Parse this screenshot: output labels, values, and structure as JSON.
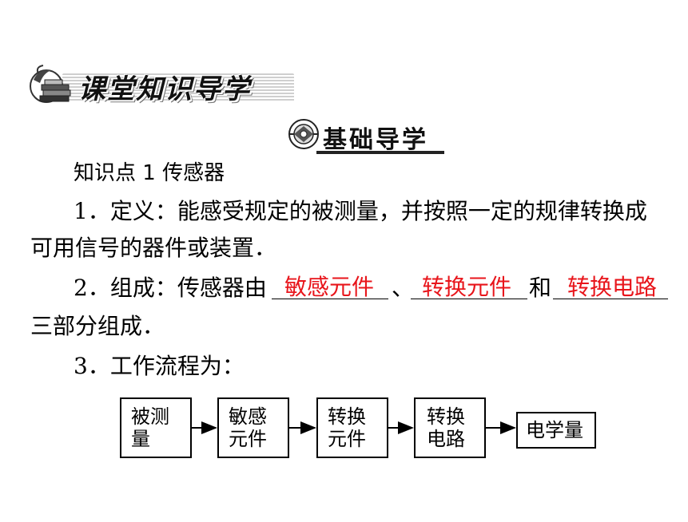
{
  "header": {
    "banner_title": "课堂知识导学",
    "section_title": "基础导学"
  },
  "content": {
    "knowledge_point": "知识点 1 传感器",
    "definition_line1": "1．定义：能感受规定的被测量，并按照一定的规律转换成",
    "definition_line2": "可用信号的器件或装置．",
    "composition_prefix": "2．组成：传感器由",
    "composition_sep1": "、",
    "composition_sep2": "和",
    "composition_line2": "三部分组成．",
    "answers": [
      "敏感元件",
      "转换元件",
      "转换电路"
    ],
    "workflow_label": "3．工作流程为："
  },
  "flow": {
    "boxes": [
      {
        "line1": "被测",
        "line2": "量"
      },
      {
        "line1": "敏感",
        "line2": "元件"
      },
      {
        "line1": "转换",
        "line2": "元件"
      },
      {
        "line1": "转换",
        "line2": "电路"
      },
      {
        "line1": "电学量",
        "line2": ""
      }
    ]
  },
  "colors": {
    "answer": "#e8151b"
  }
}
